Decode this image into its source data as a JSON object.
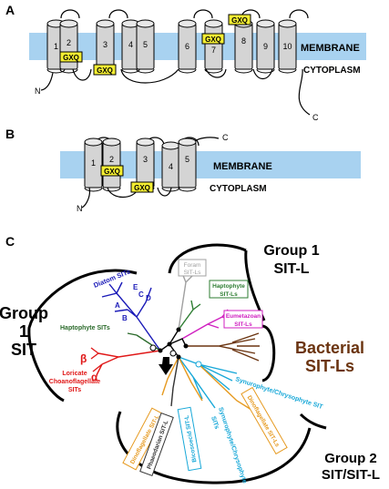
{
  "panel_a": {
    "letter": "A",
    "membrane_label": "MEMBRANE",
    "cytoplasm_label": "CYTOPLASM",
    "helices": [
      "1",
      "2",
      "3",
      "4",
      "5",
      "6",
      "7",
      "8",
      "9",
      "10"
    ],
    "motif": "GXQ",
    "n_term": "N",
    "c_term": "C"
  },
  "panel_b": {
    "letter": "B",
    "membrane_label": "MEMBRANE",
    "cytoplasm_label": "CYTOPLASM",
    "helices": [
      "1",
      "2",
      "3",
      "4",
      "5"
    ],
    "motif": "GXQ",
    "n_term": "N",
    "c_term": "C"
  },
  "panel_c": {
    "letter": "C",
    "group1_sitl": [
      "Group 1",
      "SIT-L"
    ],
    "group1_sit": [
      "Group",
      "1",
      "SIT"
    ],
    "bacterial": [
      "Bacterial",
      "SIT-Ls"
    ],
    "group2": [
      "Group 2",
      "SIT/SIT-L"
    ],
    "labels": {
      "diatom": "Diatom SITs",
      "clade_e": "E",
      "clade_c": "C",
      "clade_d": "D",
      "clade_a": "A",
      "clade_b": "B",
      "haptophyte_sits": "Haptophyte SITs",
      "beta": "β",
      "alpha": "α",
      "loricate": [
        "Loricate",
        "Choanoflagellate",
        "SITs"
      ],
      "foram": [
        "Foram",
        "SIT-Ls"
      ],
      "haptophyte_sitls": [
        "Haptophyte",
        "SIT-Ls"
      ],
      "eumetazoan": [
        "Eumetazoan",
        "SIT-Ls"
      ],
      "synurophyte_sit": "Synurophyte/Chrysophyte SIT",
      "dinoflagellate_sitl_1": "Dinoflagellate SIT-L",
      "dinoflagellate_sitl_2": "Dinoflagellate SIT-Ls",
      "phaeodarian": "Phaeodarian SIT-L",
      "bicosoecid": "Bicosoecid SIT-L",
      "synurophyte_sits": [
        "Synurophyte/Chrysophyte",
        "SITs"
      ]
    }
  },
  "colors": {
    "membrane": "#a8d2f0",
    "helix_fill": "#d4d4d4",
    "motif_fill": "#f4ee32",
    "diatom": "#1a1ab8",
    "haptophyte_sit": "#2a6a2a",
    "choano": "#e01818",
    "foram": "#a0a0a0",
    "haptophyte_sitl": "#2e7d32",
    "eumetazoan": "#d020c0",
    "bacterial": "#6b3410",
    "synurophyte": "#18a8d8",
    "dinoflagellate": "#e69a20",
    "phaeodarian": "#333333"
  }
}
